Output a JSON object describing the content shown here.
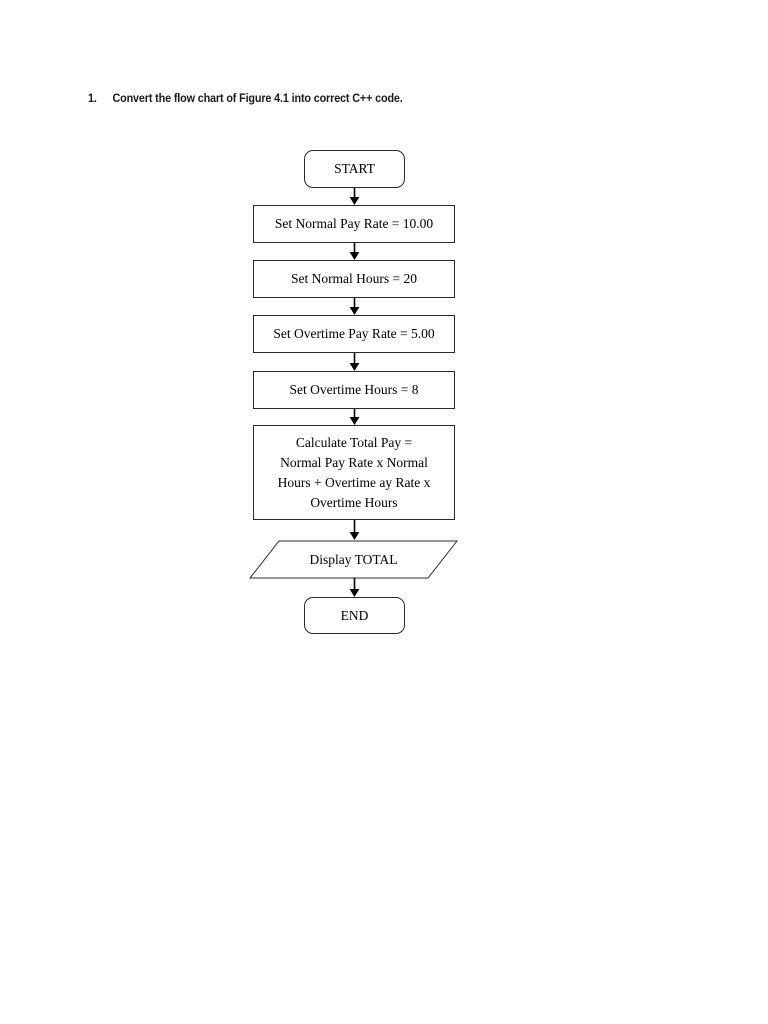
{
  "page": {
    "background": "#ffffff",
    "ink": "#000000"
  },
  "question": {
    "number": "1.",
    "text": "Convert the flow chart of Figure 4.1 into correct C++ code."
  },
  "chart_data": {
    "type": "diagram",
    "diagram_kind": "flowchart",
    "title": "",
    "orientation": "top-to-bottom",
    "nodes": [
      {
        "id": "start",
        "shape": "terminator",
        "label": "START",
        "lines": [
          "START"
        ]
      },
      {
        "id": "normal_rate",
        "shape": "process",
        "label": "Set Normal Pay Rate = 10.00",
        "lines": [
          "Set Normal Pay Rate = 10.00"
        ]
      },
      {
        "id": "normal_hours",
        "shape": "process",
        "label": "Set Normal Hours = 20",
        "lines": [
          "Set Normal Hours = 20"
        ]
      },
      {
        "id": "ot_rate",
        "shape": "process",
        "label": "Set Overtime Pay Rate = 5.00",
        "lines": [
          "Set Overtime Pay Rate = 5.00"
        ]
      },
      {
        "id": "ot_hours",
        "shape": "process",
        "label": "Set Overtime Hours = 8",
        "lines": [
          "Set Overtime Hours = 8"
        ]
      },
      {
        "id": "calc",
        "shape": "process",
        "label": "Calculate Total Pay = Normal Pay Rate x Normal Hours + Overtime ay Rate x Overtime Hours",
        "lines": [
          "Calculate Total Pay =",
          "Normal Pay Rate x Normal",
          "Hours + Overtime ay Rate x",
          "Overtime Hours"
        ]
      },
      {
        "id": "display",
        "shape": "parallelogram",
        "label": "Display TOTAL",
        "lines": [
          "Display TOTAL"
        ]
      },
      {
        "id": "end",
        "shape": "terminator",
        "label": "END",
        "lines": [
          "END"
        ]
      }
    ],
    "edges": [
      {
        "from": "start",
        "to": "normal_rate",
        "label": ""
      },
      {
        "from": "normal_rate",
        "to": "normal_hours",
        "label": ""
      },
      {
        "from": "normal_hours",
        "to": "ot_rate",
        "label": ""
      },
      {
        "from": "ot_rate",
        "to": "ot_hours",
        "label": ""
      },
      {
        "from": "ot_hours",
        "to": "calc",
        "label": ""
      },
      {
        "from": "calc",
        "to": "display",
        "label": ""
      },
      {
        "from": "display",
        "to": "end",
        "label": ""
      }
    ],
    "values": {
      "normal_pay_rate": 10.0,
      "normal_hours": 20,
      "overtime_pay_rate": 5.0,
      "overtime_hours": 8
    },
    "colors": {
      "node_border": "#2b2b2b",
      "node_fill": "#ffffff",
      "edge": "#000000"
    }
  }
}
